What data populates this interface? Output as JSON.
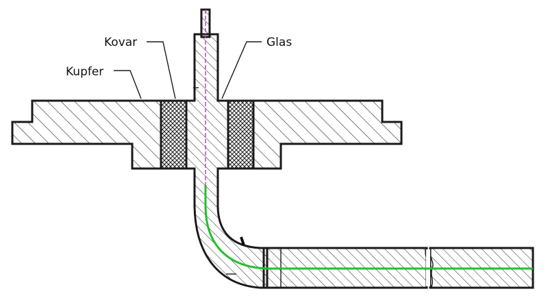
{
  "labels": {
    "kovar": "Kovar",
    "kupfer": "Kupfer",
    "glas": "Glas"
  },
  "colors": {
    "outline": "#1a1a1a",
    "hatch": "#333333",
    "fiber": "#22c02e",
    "fiber_core": "#b04ab0"
  }
}
